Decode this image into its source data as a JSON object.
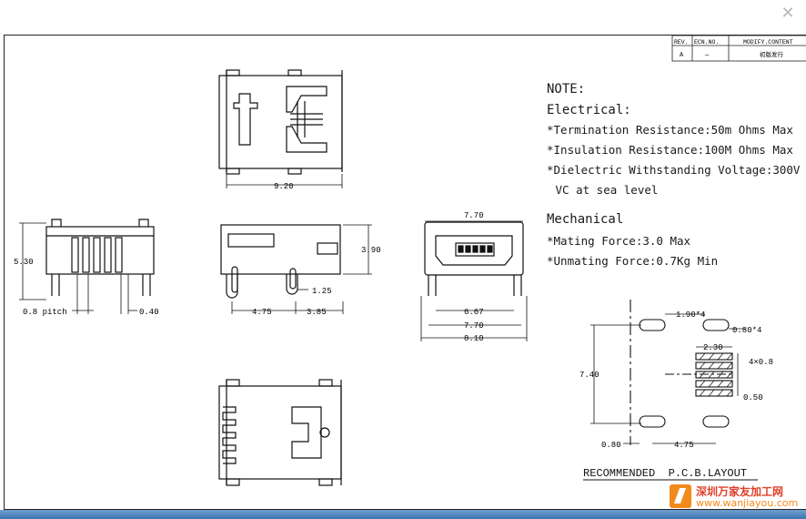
{
  "window": {
    "close_label": "✕"
  },
  "title_block": {
    "headers": [
      "REV.",
      "ECN.NO.",
      "MODIFY.CONTENT"
    ],
    "row": [
      "A",
      "—",
      "初版发行"
    ]
  },
  "notes": {
    "note": "NOTE:",
    "electrical": "Electrical:",
    "e1": "*Termination Resistance:50m Ohms Max",
    "e2": "*Insulation Resistance:100M Ohms Max",
    "e3": "*Dielectric Withstanding Voltage:300V",
    "e4": " VC at sea level",
    "mechanical": "Mechanical",
    "m1": "*Mating Force:3.0 Max",
    "m2": "*Unmating Force:0.7Kg Min"
  },
  "dims": {
    "top_width": "9.20",
    "side_height": "3.90",
    "side_a": "4.75",
    "side_b": "3.85",
    "side_c": "1.25",
    "front_height": "5.30",
    "pitch": "0.8 pitch",
    "pin_w": "0.40",
    "end_top": "7.70",
    "end_a": "6.67",
    "end_b": "7.70",
    "end_c": "8.10",
    "pcb_slot": "1.90*4",
    "pcb_slot_w": "0.80*4",
    "pcb_pad_len": "2.30",
    "pcb_pitch": "4×0.8",
    "pcb_pad_gap": "0.50",
    "pcb_height": "7.40",
    "pcb_left": "0.80",
    "pcb_span": "4.75"
  },
  "pcb_caption": "RECOMMENDED  P.C.B.LAYOUT",
  "watermark": {
    "cn": "深圳万家友加工网",
    "url": "www.wanjiayou.com"
  }
}
